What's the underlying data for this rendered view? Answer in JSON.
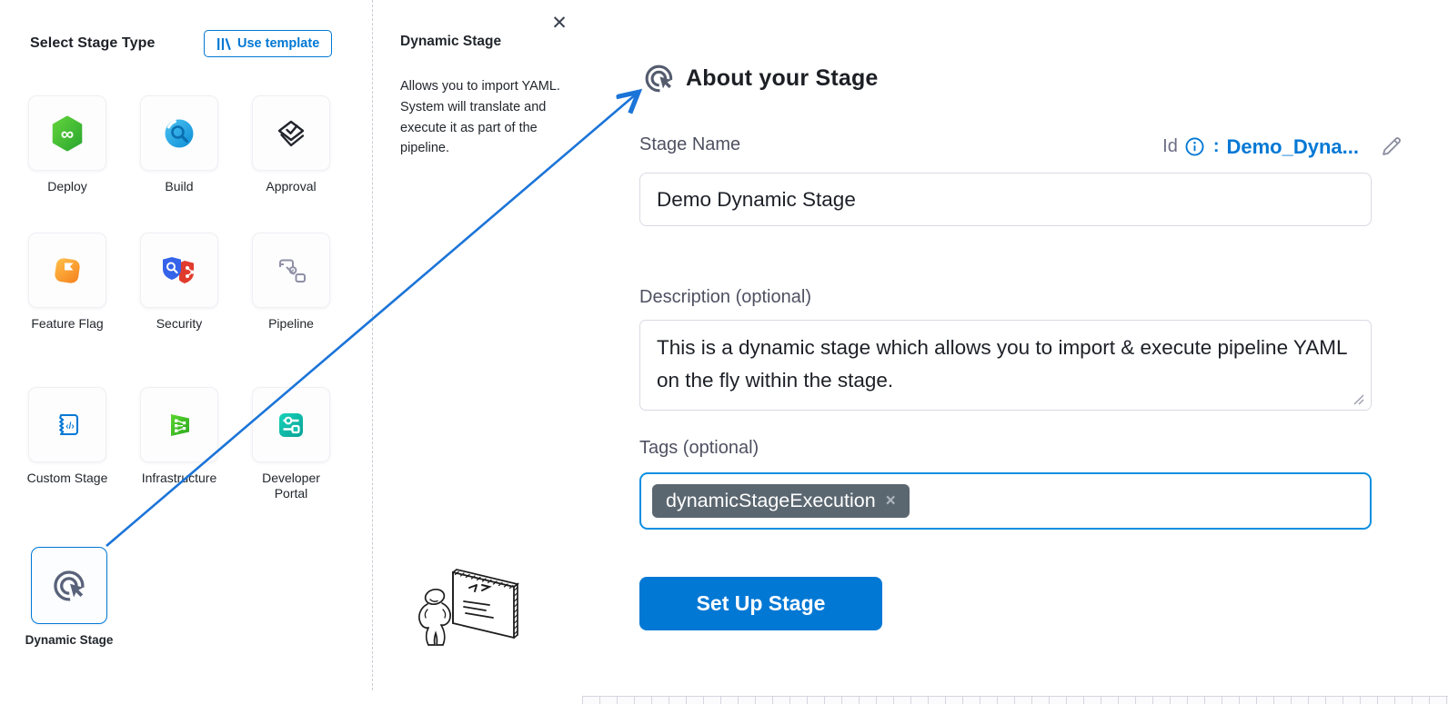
{
  "left_panel": {
    "title": "Select Stage Type",
    "use_template_label": "Use template",
    "stage_types": [
      {
        "label": "Deploy",
        "icon": "deploy-icon"
      },
      {
        "label": "Build",
        "icon": "build-icon"
      },
      {
        "label": "Approval",
        "icon": "approval-icon"
      },
      {
        "label": "Feature Flag",
        "icon": "feature-flag-icon"
      },
      {
        "label": "Security",
        "icon": "security-icon"
      },
      {
        "label": "Pipeline",
        "icon": "pipeline-icon"
      },
      {
        "label": "Custom Stage",
        "icon": "custom-stage-icon"
      },
      {
        "label": "Infrastructure",
        "icon": "infrastructure-icon"
      },
      {
        "label": "Developer Portal",
        "icon": "developer-portal-icon"
      },
      {
        "label": "Dynamic Stage",
        "icon": "dynamic-stage-icon",
        "selected": true
      }
    ]
  },
  "info_panel": {
    "title": "Dynamic Stage",
    "close_glyph": "✕",
    "description": "Allows you to import YAML. System will translate and execute it as part of the pipeline."
  },
  "form_panel": {
    "title": "About your Stage",
    "stage_name_label": "Stage Name",
    "id_label": "Id",
    "id_colon": ":",
    "id_value": "Demo_Dyna...",
    "stage_name_value": "Demo Dynamic Stage",
    "description_label": "Description (optional)",
    "description_value": "This is a dynamic stage which allows you to import & execute pipeline YAML on the fly within the stage.",
    "tags_label": "Tags (optional)",
    "tags": [
      {
        "label": "dynamicStageExecution",
        "remove_glyph": "×"
      }
    ],
    "submit_label": "Set Up Stage"
  },
  "glyphs": {
    "deploy_infinity": "∞",
    "custom_stage_code": "‹/›"
  },
  "colors": {
    "primary_blue": "#0278d5",
    "arrow_blue": "#1b74d8",
    "label_slate": "#4f5162",
    "tag_chip_bg": "#5b6770",
    "deploy_green": "#3fbc35",
    "build_blue": "#1ba0e8",
    "feature_flag_orange": "#f89a26",
    "security_shield_blue": "#3563e9",
    "security_shield_red": "#e03c2e",
    "infrastructure_green": "#3fc226",
    "developer_portal_teal": "#0bc3ae",
    "click_icon_slate": "#59627a"
  }
}
